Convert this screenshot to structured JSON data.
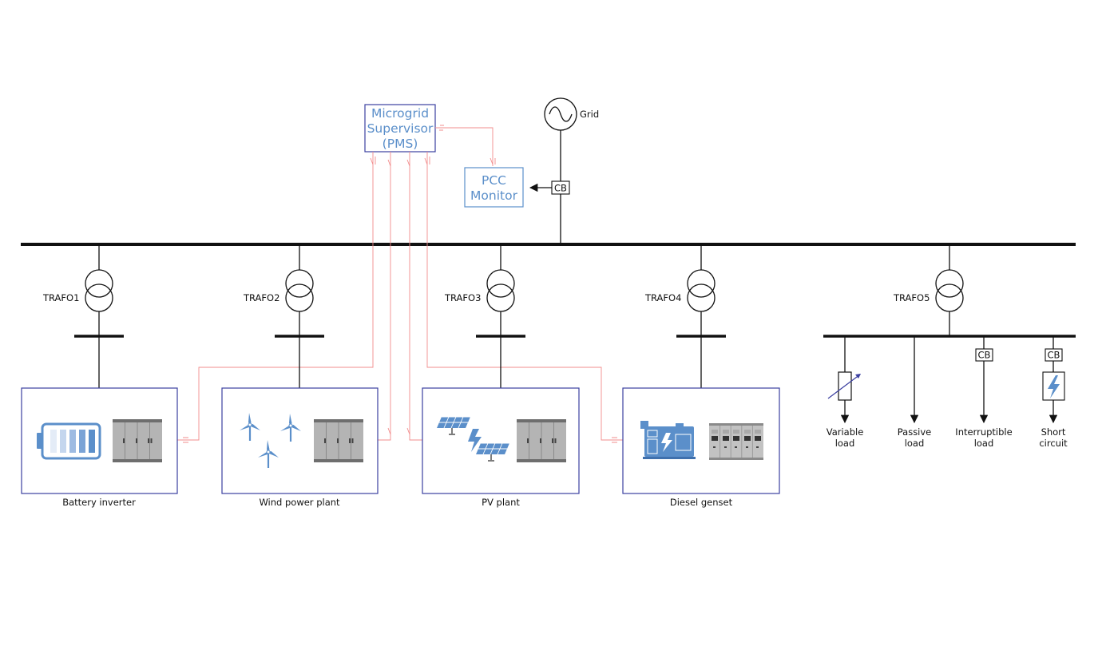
{
  "supervisor": {
    "line1": "Microgrid",
    "line2": "Supervisor",
    "line3": "(PMS)"
  },
  "pcc_monitor": {
    "line1": "PCC",
    "line2": "Monitor"
  },
  "grid": {
    "label": "Grid"
  },
  "breaker": {
    "label": "CB"
  },
  "transformers": [
    {
      "label": "TRAFO1"
    },
    {
      "label": "TRAFO2"
    },
    {
      "label": "TRAFO3"
    },
    {
      "label": "TRAFO4"
    },
    {
      "label": "TRAFO5"
    }
  ],
  "units": [
    {
      "label": "Battery inverter"
    },
    {
      "label": "Wind power plant"
    },
    {
      "label": "PV plant"
    },
    {
      "label": "Diesel genset"
    }
  ],
  "loads": [
    {
      "line1": "Variable",
      "line2": "load"
    },
    {
      "line1": "Passive",
      "line2": "load"
    },
    {
      "line1": "Interruptible",
      "line2": "load"
    },
    {
      "line1": "Short",
      "line2": "circuit"
    }
  ],
  "colors": {
    "accent": "#5b8fca",
    "signal": "#f28c8c",
    "box_border": "#3b3fa0",
    "line": "#111111"
  },
  "icons": [
    "battery-icon",
    "inverter-cabinet-icon",
    "wind-turbine-icon",
    "solar-panel-icon",
    "lightning-icon",
    "diesel-generator-icon",
    "switchgear-icon",
    "ac-source-icon",
    "transformer-icon",
    "variable-resistor-icon"
  ]
}
